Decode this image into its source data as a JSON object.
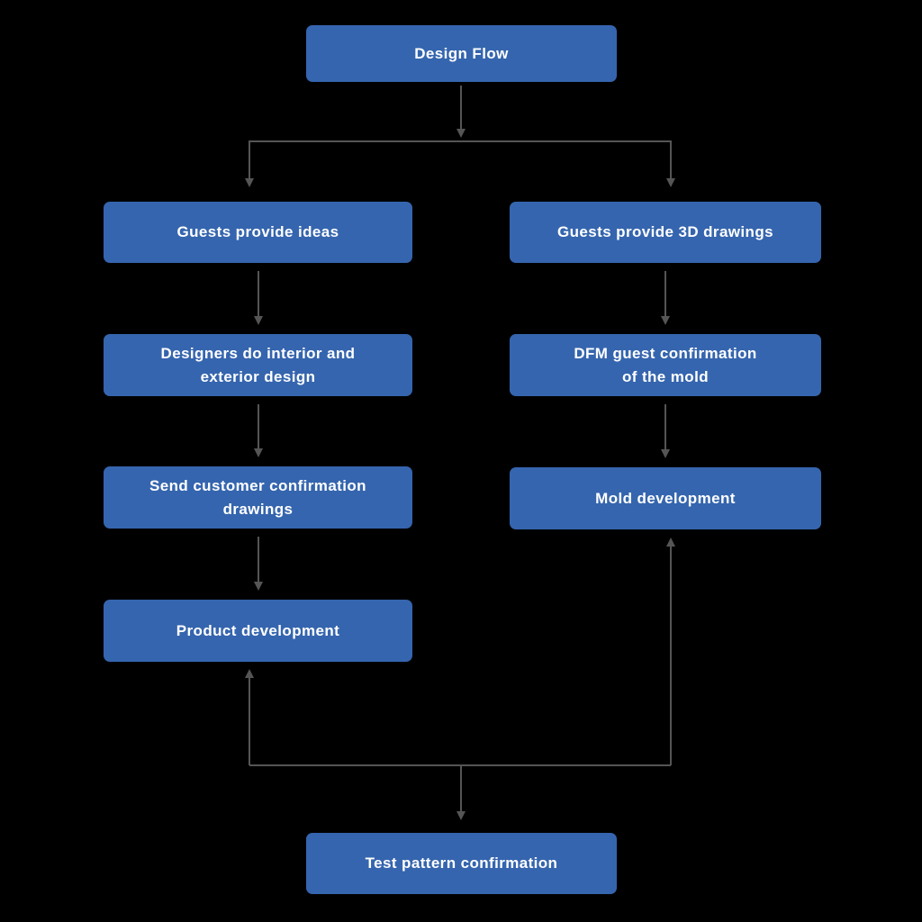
{
  "title": "Design Flow",
  "colors": {
    "background": "#000000",
    "node_fill": "#3565ae",
    "node_text": "#ffffff",
    "arrow": "#555555"
  },
  "nodes": {
    "design_flow": "Design Flow",
    "guests_ideas": "Guests provide ideas",
    "guests_3d": "Guests provide 3D drawings",
    "designers": "Designers do interior and\nexterior design",
    "dfm": "DFM guest confirmation\nof the mold",
    "send_customer": "Send customer confirmation\ndrawings",
    "mold_dev": "Mold development",
    "product_dev": "Product development",
    "test_pattern": "Test pattern confirmation"
  },
  "edges": [
    {
      "from": "design_flow",
      "to": "guests_ideas"
    },
    {
      "from": "design_flow",
      "to": "guests_3d"
    },
    {
      "from": "guests_ideas",
      "to": "designers"
    },
    {
      "from": "designers",
      "to": "send_customer"
    },
    {
      "from": "send_customer",
      "to": "product_dev"
    },
    {
      "from": "guests_3d",
      "to": "dfm"
    },
    {
      "from": "dfm",
      "to": "mold_dev"
    },
    {
      "from": "test_pattern",
      "to": "product_dev"
    },
    {
      "from": "test_pattern",
      "to": "mold_dev"
    },
    {
      "from": "junction",
      "to": "test_pattern"
    }
  ]
}
